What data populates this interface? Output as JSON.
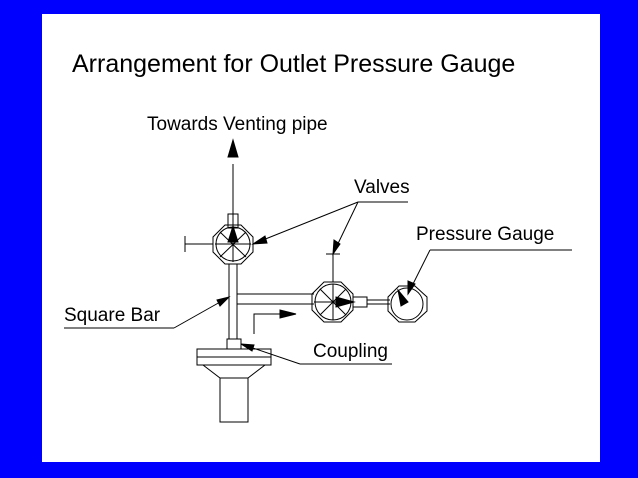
{
  "slide": {
    "title": "Arrangement for Outlet Pressure Gauge",
    "background_color": "#0000ff",
    "panel_color": "#ffffff"
  },
  "diagram": {
    "labels": {
      "venting": "Towards Venting pipe",
      "valves": "Valves",
      "pressure_gauge": "Pressure Gauge",
      "square_bar": "Square Bar",
      "coupling": "Coupling"
    }
  }
}
